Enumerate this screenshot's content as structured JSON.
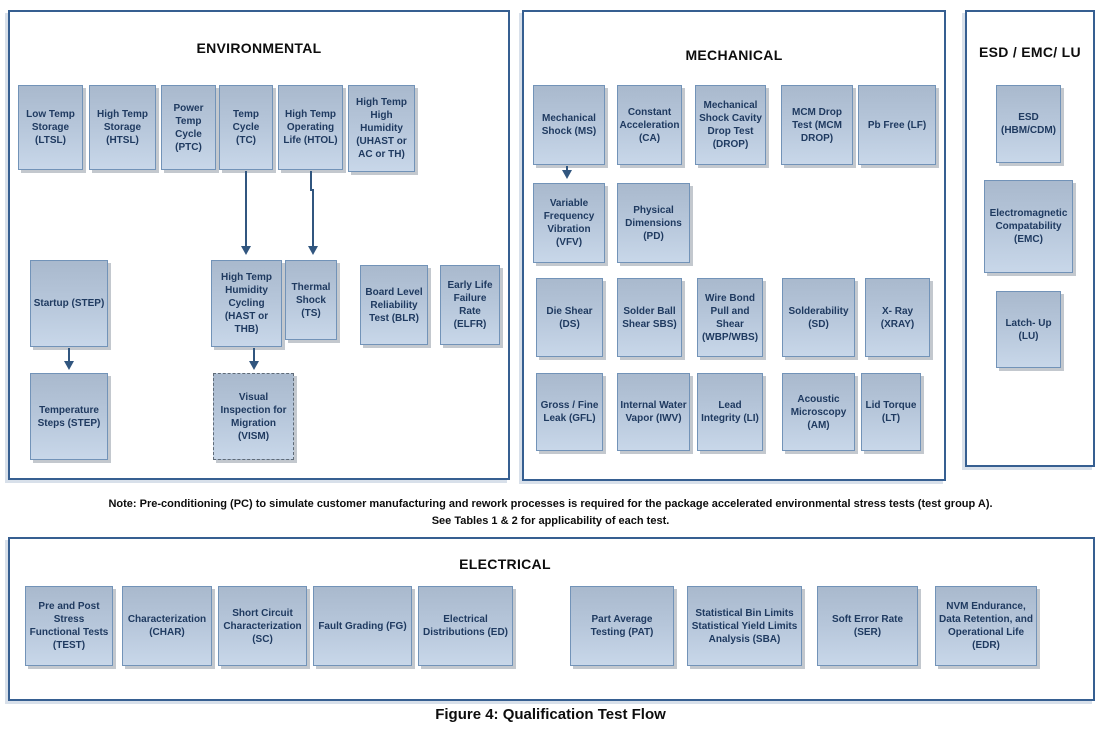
{
  "note": {
    "line1": "Note:  Pre-conditioning (PC) to simulate customer manufacturing and rework processes is required for the package accelerated environmental stress tests (test group A).",
    "line2": "See Tables 1 & 2 for applicability of each test."
  },
  "caption": "Figure 4:  Qualification Test Flow",
  "colors": {
    "panel_border": "#365f91",
    "box_border": "#7293b8",
    "box_gradient_top": "#a9b9cd",
    "box_gradient_bottom": "#c8d7e9",
    "box_text": "#1f3a60",
    "arrow": "#31567f"
  },
  "sections": {
    "environmental": {
      "title": "ENVIRONMENTAL",
      "row1": [
        "Low Temp Storage (LTSL)",
        "High Temp Storage (HTSL)",
        "Power Temp Cycle (PTC)",
        "Temp Cycle (TC)",
        "High Temp Operating Life (HTOL)",
        "High Temp High Humidity (UHAST or AC or TH)"
      ],
      "row2": [
        "Startup (STEP)",
        "High Temp Humidity Cycling (HAST or THB)",
        "Thermal Shock (TS)",
        "Board Level Reliability Test (BLR)",
        "Early Life Failure Rate (ELFR)"
      ],
      "row3": [
        "Temperature Steps (STEP)",
        "Visual Inspection for Migration (VISM)"
      ]
    },
    "mechanical": {
      "title": "MECHANICAL",
      "row1": [
        "Mechanical Shock (MS)",
        "Constant Acceleration (CA)",
        "Mechanical Shock Cavity Drop Test (DROP)",
        "MCM Drop Test (MCM DROP)",
        "Pb Free (LF)"
      ],
      "row2": [
        "Variable Frequency Vibration (VFV)",
        "Physical Dimensions (PD)"
      ],
      "row3": [
        "Die Shear (DS)",
        "Solder Ball Shear SBS)",
        "Wire Bond Pull and Shear (WBP/WBS)",
        "Solderability (SD)",
        "X- Ray (XRAY)"
      ],
      "row4": [
        "Gross / Fine Leak (GFL)",
        "Internal Water Vapor (IWV)",
        "Lead Integrity (LI)",
        "Acoustic Microscopy (AM)",
        "Lid Torque (LT)"
      ]
    },
    "esd_emc_lu": {
      "title": "ESD / EMC/ LU",
      "boxes": [
        "ESD (HBM/CDM)",
        "Electromagnetic Compatability (EMC)",
        "Latch- Up (LU)"
      ]
    },
    "electrical": {
      "title": "ELECTRICAL",
      "boxes": [
        "Pre and Post Stress Functional Tests (TEST)",
        "Characterization (CHAR)",
        "Short Circuit Characterization (SC)",
        "Fault Grading (FG)",
        "Electrical Distributions (ED)",
        "Part Average Testing (PAT)",
        "Statistical Bin Limits Statistical Yield Limits Analysis (SBA)",
        "Soft Error Rate (SER)",
        "NVM Endurance, Data Retention, and Operational Life (EDR)"
      ]
    }
  },
  "connections": [
    {
      "from": "Temp Cycle (TC)",
      "to": "High Temp Humidity Cycling (HAST or THB)"
    },
    {
      "from": "High Temp Operating Life (HTOL)",
      "to": "Thermal Shock (TS)"
    },
    {
      "from": "Startup (STEP)",
      "to": "Temperature Steps (STEP)"
    },
    {
      "from": "High Temp Humidity Cycling (HAST or THB)",
      "to": "Visual Inspection for Migration (VISM)"
    },
    {
      "from": "Mechanical Shock (MS)",
      "to": "Variable Frequency Vibration (VFV)"
    }
  ]
}
